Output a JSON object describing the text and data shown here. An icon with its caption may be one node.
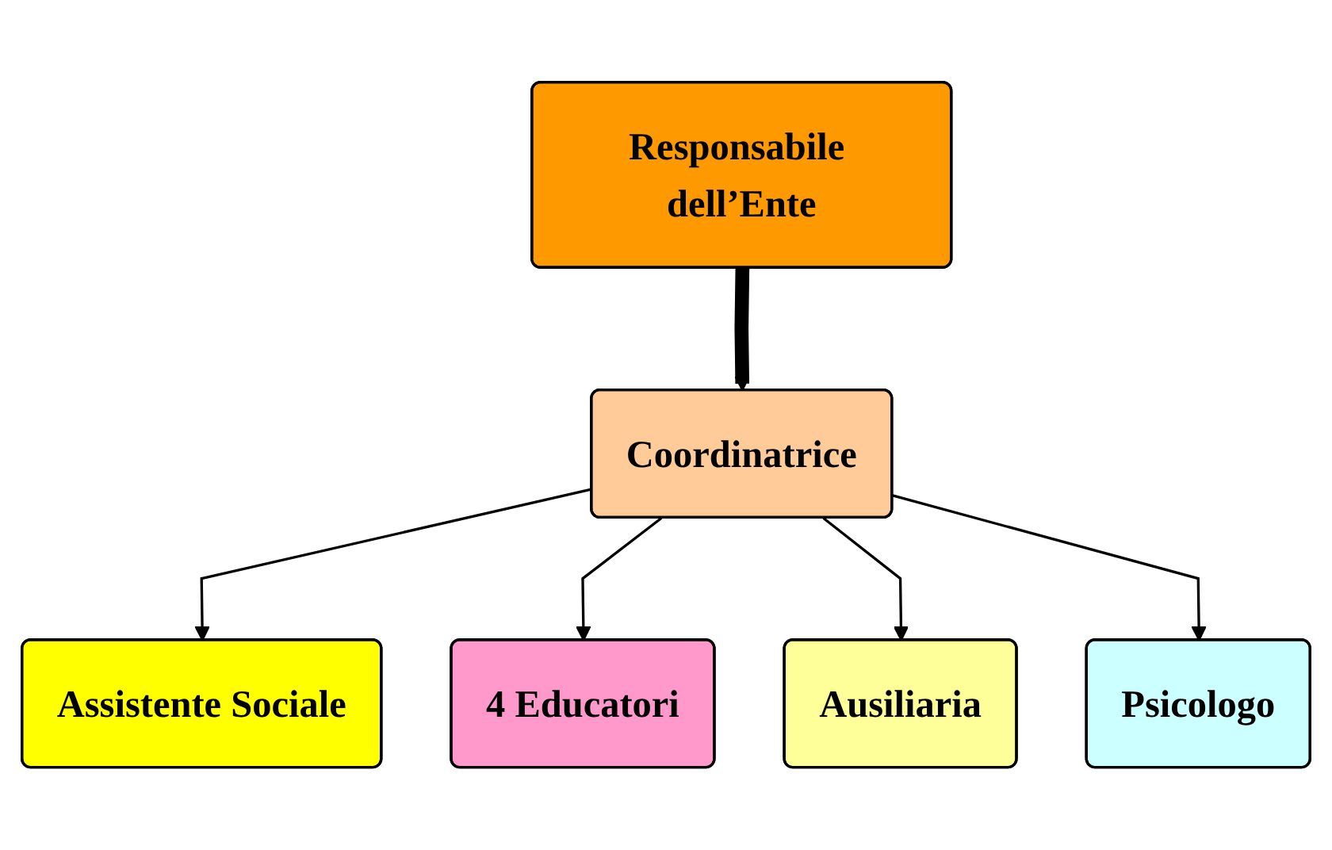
{
  "diagram": {
    "nodes": [
      {
        "text": [
          "Responsabile dell’Ente"
        ]
      },
      {
        "text": [
          "Coordinatrice"
        ]
      },
      {
        "text": [
          "Assistente Sociale"
        ]
      },
      {
        "text": [
          "Psicologo"
        ]
      },
      {
        "text": [
          "4 Educatori"
        ]
      },
      {
        "text": [
          "Ausiliaria"
        ]
      }
    ],
    "edges": [
      {
        "from": 0,
        "to": 1,
        "arrow": "to",
        "style": "thick"
      },
      {
        "from": 1,
        "to": 2,
        "arrow": "to"
      },
      {
        "from": 1,
        "to": 4,
        "arrow": "to"
      },
      {
        "from": 1,
        "to": 5,
        "arrow": "to"
      },
      {
        "from": 1,
        "to": 3,
        "arrow": "to"
      }
    ]
  }
}
